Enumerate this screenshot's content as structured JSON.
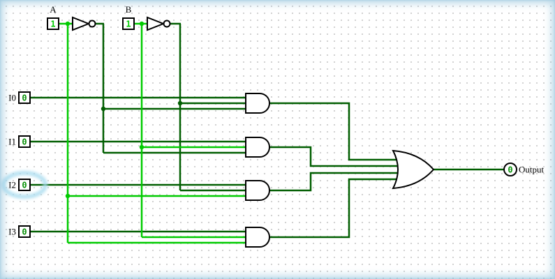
{
  "pins": {
    "a": {
      "label": "A",
      "value": "1"
    },
    "b": {
      "label": "B",
      "value": "1"
    },
    "i0": {
      "label": "I0",
      "value": "0"
    },
    "i1": {
      "label": "I1",
      "value": "0"
    },
    "i2": {
      "label": "I2",
      "value": "0"
    },
    "i3": {
      "label": "I3",
      "value": "0"
    },
    "output": {
      "label": "Output",
      "value": "0"
    }
  },
  "colors": {
    "wire_high": "#00cb00",
    "wire_low": "#015e01",
    "value_high": "#00cb00",
    "value_low": "#089008",
    "halo": "#a8dcef"
  }
}
